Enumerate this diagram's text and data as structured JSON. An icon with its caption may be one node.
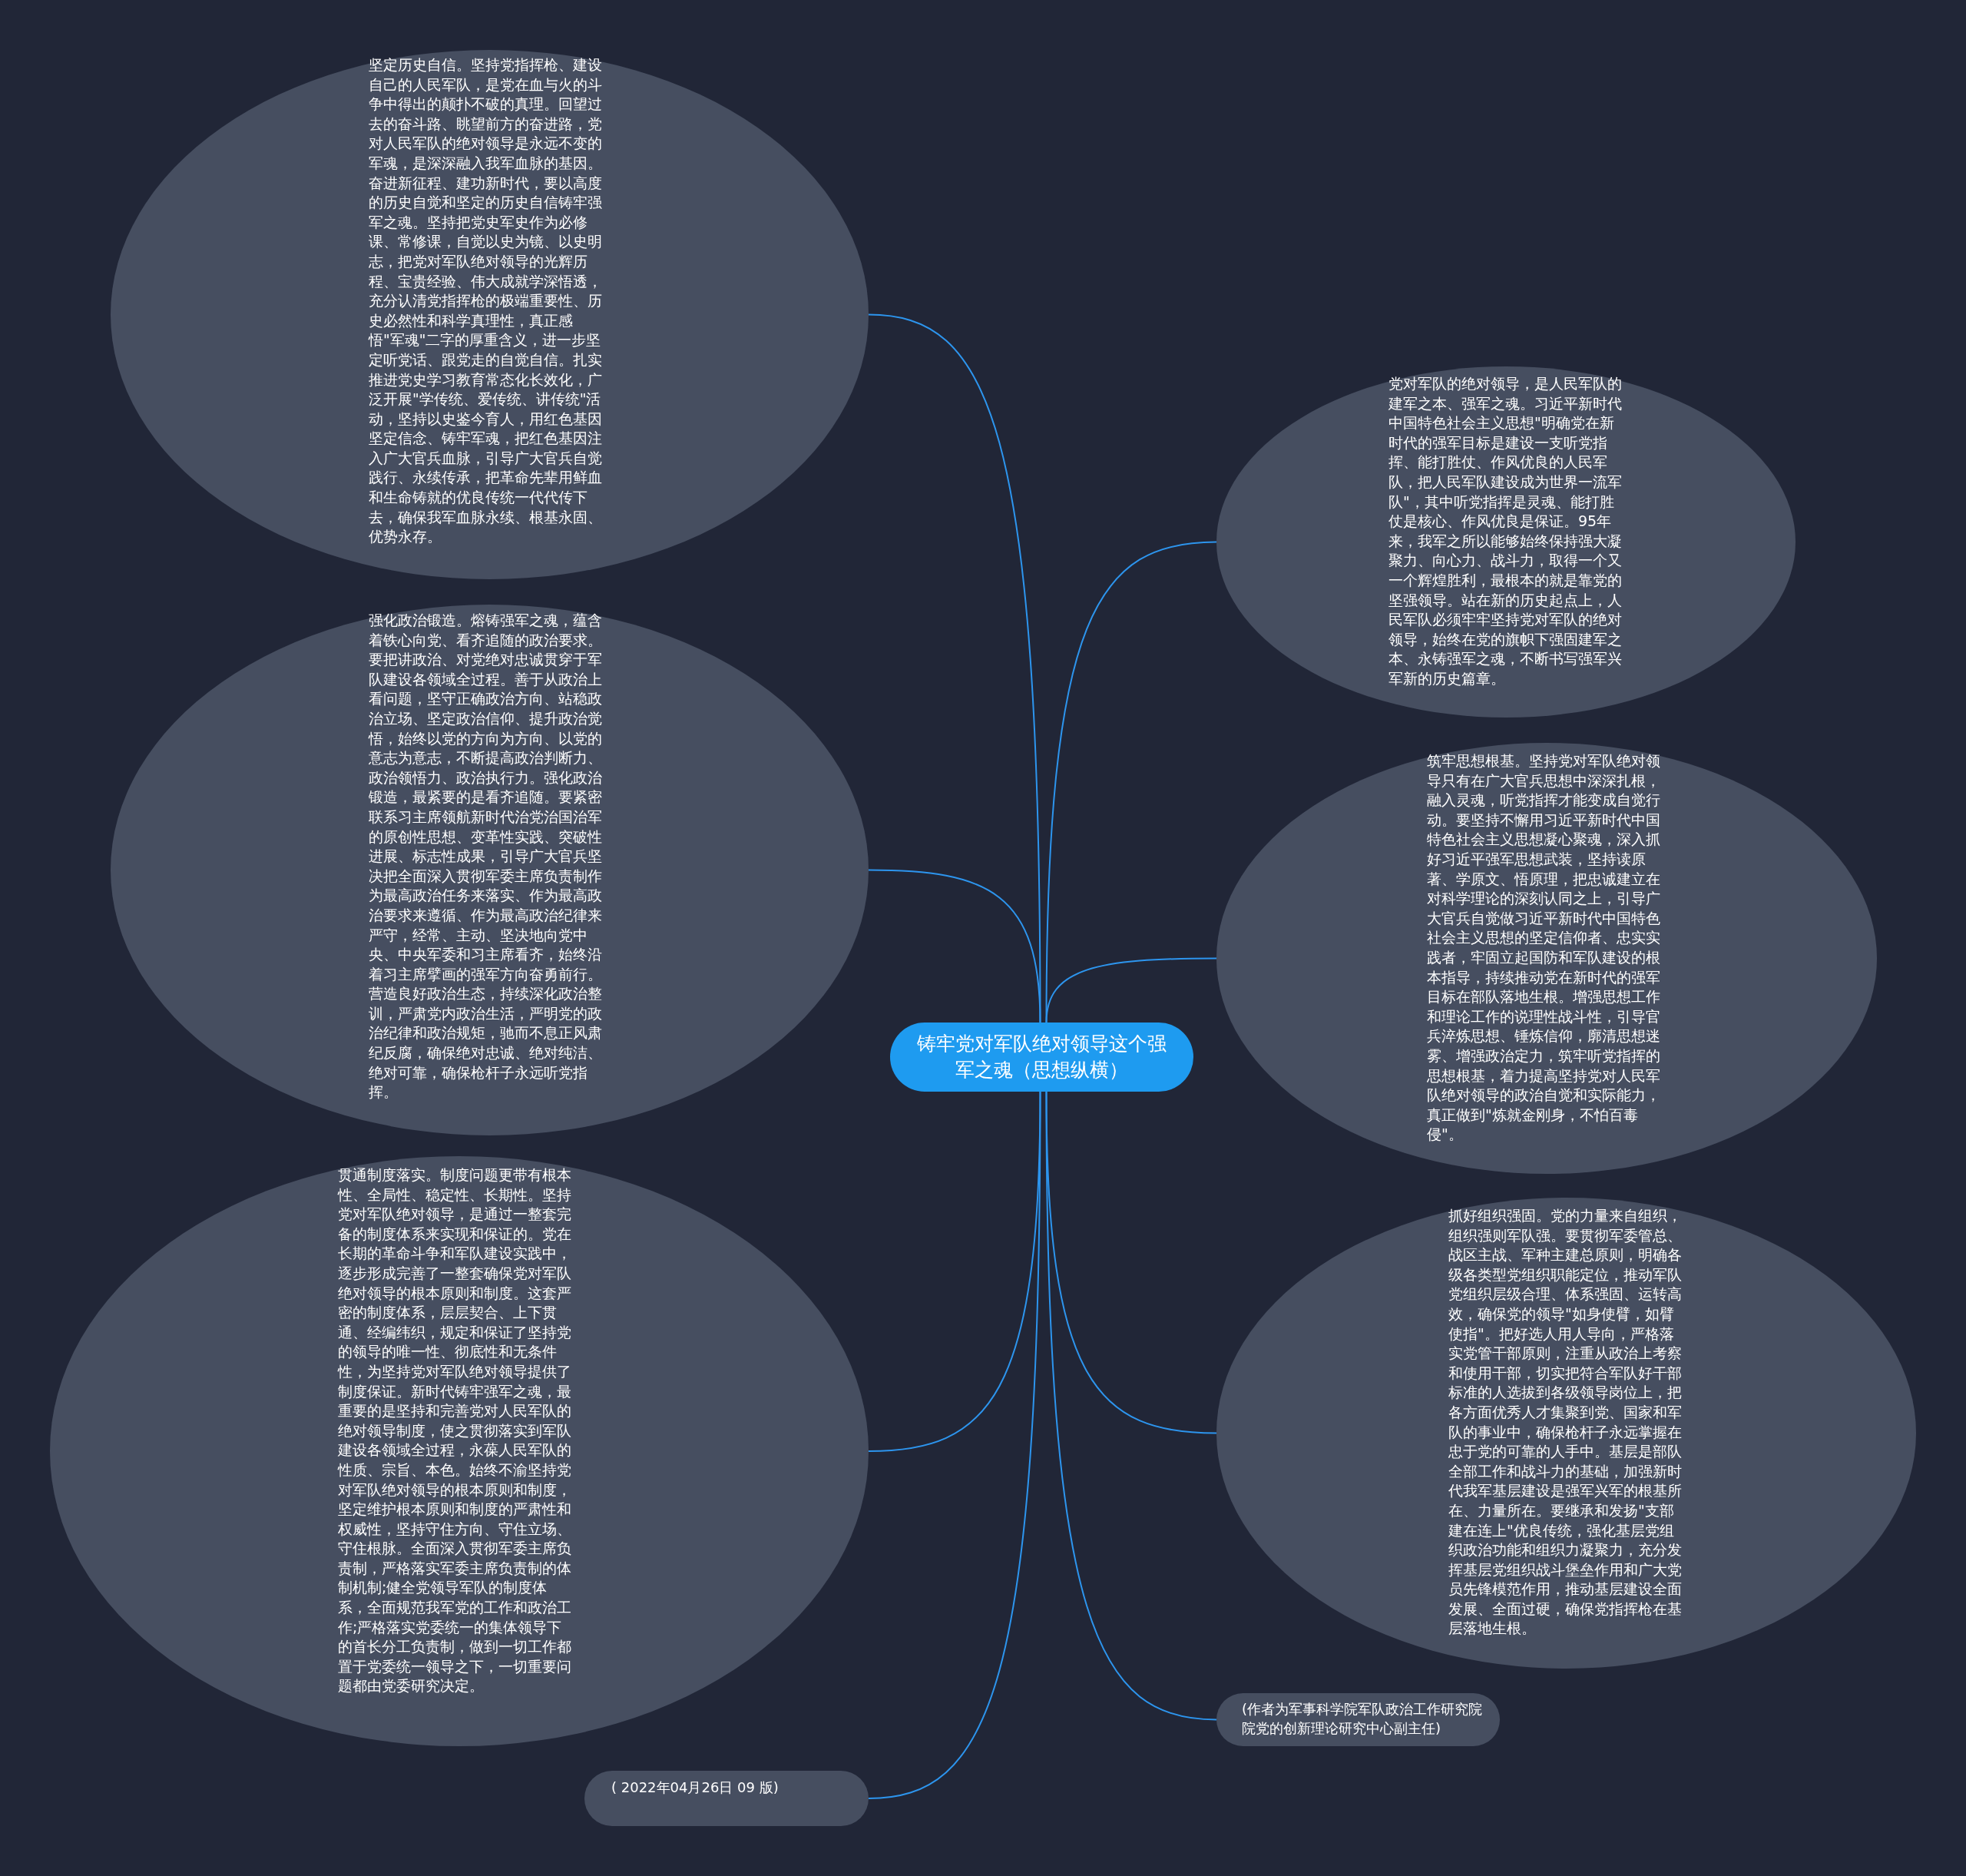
{
  "diagram": {
    "nodes": [
      {
        "text": [
          "铸牢党对军队绝对领导这个强军之魂（思想纵横）"
        ]
      },
      {
        "text": [
          "坚定历史自信。坚持党指挥枪、建设自己的人民军队，是党在血与火的斗争中得出的颠扑不破的真理。回望过去的奋斗路、眺望前方的奋进路，党对人民军队的绝对领导是永远不变的军魂，是深深融入我军血脉的基因。奋进新征程、建功新时代，要以高度的历史自觉和坚定的历史自信铸牢强军之魂。坚持把党史军史作为必修课、常修课，自觉以史为镜、以史明志，把党对军队绝对领导的光辉历程、宝贵经验、伟大成就学深悟透，充分认清党指挥枪的极端重要性、历史必然性和科学真理性，真正感悟\"军魂\"二字的厚重含义，进一步坚定听党话、跟党走的自觉自信。扎实推进党史学习教育常态化长效化，广泛开展\"学传统、爱传统、讲传统\"活动，坚持以史鉴今育人，用红色基因坚定信念、铸牢军魂，把红色基因注入广大官兵血脉，引导广大官兵自觉践行、永续传承，把革命先辈用鲜血和生命铸就的优良传统一代代传下去，确保我军血脉永续、根基永固、优势永存。"
        ]
      },
      {
        "text": [
          "强化政治锻造。熔铸强军之魂，蕴含着铁心向党、看齐追随的政治要求。要把讲政治、对党绝对忠诚贯穿于军队建设各领域全过程。善于从政治上看问题，坚守正确政治方向、站稳政治立场、坚定政治信仰、提升政治觉悟，始终以党的方向为方向、以党的意志为意志，不断提高政治判断力、政治领悟力、政治执行力。强化政治锻造，最紧要的是看齐追随。要紧密联系习主席领航新时代治党治国治军的原创性思想、变革性实践、突破性进展、标志性成果，引导广大官兵坚决把全面深入贯彻军委主席负责制作为最高政治任务来落实、作为最高政治要求来遵循、作为最高政治纪律来严守，经常、主动、坚决地向党中央、中央军委和习主席看齐，始终沿着习主席擘画的强军方向奋勇前行。营造良好政治生态，持续深化政治整训，严肃党内政治生活，严明党的政治纪律和政治规矩，驰而不息正风肃纪反腐，确保绝对忠诚、绝对纯洁、绝对可靠，确保枪杆子永远听党指挥。"
        ]
      },
      {
        "text": [
          "贯通制度落实。制度问题更带有根本性、全局性、稳定性、长期性。坚持党对军队绝对领导，是通过一整套完备的制度体系来实现和保证的。党在长期的革命斗争和军队建设实践中，逐步形成完善了一整套确保党对军队绝对领导的根本原则和制度。这套严密的制度体系，层层契合、上下贯通、经编纬织，规定和保证了坚持党的领导的唯一性、彻底性和无条件性，为坚持党对军队绝对领导提供了制度保证。新时代铸牢强军之魂，最重要的是坚持和完善党对人民军队的绝对领导制度，使之贯彻落实到军队建设各领域全过程，永葆人民军队的性质、宗旨、本色。始终不渝坚持党对军队绝对领导的根本原则和制度，坚定维护根本原则和制度的严肃性和权威性，坚持守住方向、守住立场、守住根脉。全面深入贯彻军委主席负责制，严格落实军委主席负责制的体制机制;健全党领导军队的制度体系，全面规范我军党的工作和政治工作;严格落实党委统一的集体领导下的首长分工负责制，做到一切工作都置于党委统一领导之下，一切重要问题都由党委研究决定。"
        ]
      },
      {
        "text": [
          "党对军队的绝对领导，是人民军队的建军之本、强军之魂。习近平新时代中国特色社会主义思想\"明确党在新时代的强军目标是建设一支听党指挥、能打胜仗、作风优良的人民军队，把人民军队建设成为世界一流军队\"，其中听党指挥是灵魂、能打胜仗是核心、作风优良是保证。95年来，我军之所以能够始终保持强大凝聚力、向心力、战斗力，取得一个又一个辉煌胜利，最根本的就是靠党的坚强领导。站在新的历史起点上，人民军队必须牢牢坚持党对军队的绝对领导，始终在党的旗帜下强固建军之本、永铸强军之魂，不断书写强军兴军新的历史篇章。"
        ]
      },
      {
        "text": [
          "筑牢思想根基。坚持党对军队绝对领导只有在广大官兵思想中深深扎根，融入灵魂，听党指挥才能变成自觉行动。要坚持不懈用习近平新时代中国特色社会主义思想凝心聚魂，深入抓好习近平强军思想武装，坚持读原著、学原文、悟原理，把忠诚建立在对科学理论的深刻认同之上，引导广大官兵自觉做习近平新时代中国特色社会主义思想的坚定信仰者、忠实实践者，牢固立起国防和军队建设的根本指导，持续推动党在新时代的强军目标在部队落地生根。增强思想工作和理论工作的说理性战斗性，引导官兵淬炼思想、锤炼信仰，廓清思想迷雾、增强政治定力，筑牢听党指挥的思想根基，着力提高坚持党对人民军队绝对领导的政治自觉和实际能力，真正做到\"炼就金刚身，不怕百毒侵\"。"
        ]
      },
      {
        "text": [
          "抓好组织强固。党的力量来自组织，组织强则军队强。要贯彻军委管总、战区主战、军种主建总原则，明确各级各类型党组织职能定位，推动军队党组织层级合理、体系强固、运转高效，确保党的领导\"如身使臂，如臂使指\"。把好选人用人导向，严格落实党管干部原则，注重从政治上考察和使用干部，切实把符合军队好干部标准的人选拔到各级领导岗位上，把各方面优秀人才集聚到党、国家和军队的事业中，确保枪杆子永远掌握在忠于党的可靠的人手中。基层是部队全部工作和战斗力的基础，加强新时代我军基层建设是强军兴军的根基所在、力量所在。要继承和发扬\"支部建在连上\"优良传统，强化基层党组织政治功能和组织力凝聚力，充分发挥基层党组织战斗堡垒作用和广大党员先锋模范作用，推动基层建设全面发展、全面过硬，确保党指挥枪在基层落地生根。"
        ]
      },
      {
        "text": [
          "(作者为军事科学院军队政治工作研究院院党的创新理论研究中心副主任)"
        ]
      },
      {
        "text": [
          "( 2022年04月26日 09 版)"
        ]
      }
    ],
    "edges": [
      {
        "from": 0,
        "to": 1,
        "arrow": "none"
      },
      {
        "from": 0,
        "to": 2,
        "arrow": "none"
      },
      {
        "from": 0,
        "to": 3,
        "arrow": "none"
      },
      {
        "from": 0,
        "to": 4,
        "arrow": "none"
      },
      {
        "from": 0,
        "to": 5,
        "arrow": "none"
      },
      {
        "from": 0,
        "to": 6,
        "arrow": "none"
      },
      {
        "from": 0,
        "to": 7,
        "arrow": "none"
      },
      {
        "from": 0,
        "to": 8,
        "arrow": "none"
      }
    ]
  }
}
